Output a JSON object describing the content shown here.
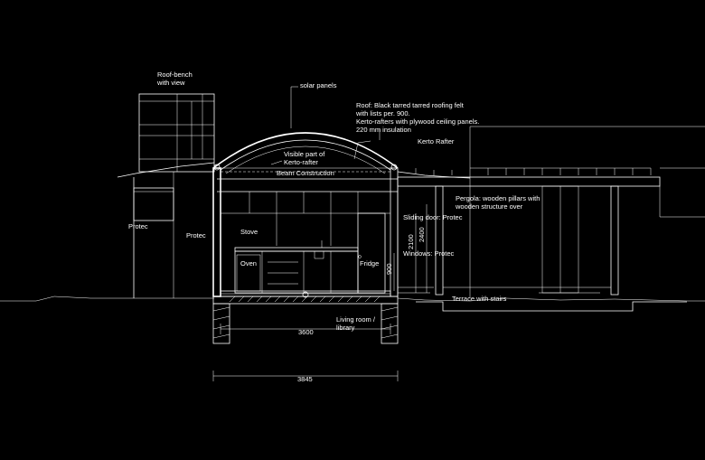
{
  "labels": {
    "roof_bench": [
      "Roof-bench",
      "with view"
    ],
    "solar_panels": "solar panels",
    "roof_note": [
      "Roof: Black tarred tarred roofing felt",
      "with lists per. 900.",
      "Kerto-rafters with plywood ceiling panels.",
      "220 mm insulation"
    ],
    "kerto_rafter": "Kerto Rafter",
    "visible_part": [
      "Visible part of",
      "Kerto-rafter"
    ],
    "beam_construction": "Beam Construction",
    "pergola": [
      "Pergola: wooden pillars with",
      "wooden structure over"
    ],
    "protec_left": "Protec",
    "protec_mid": "Protec",
    "sliding_door": "Sliding door: Protec",
    "windows": "Windows: Protec",
    "stove": "Stove",
    "oven": "Oven",
    "fridge": "Fridge",
    "terrace": "Terrace with stairs",
    "living_room": [
      "Living room /",
      "library"
    ]
  },
  "dimensions": {
    "inner_width": "3600",
    "outer_width": "3845",
    "height_2100": "2100",
    "height_2400": "2400",
    "height_900": "900"
  },
  "colors": {
    "background": "#000000",
    "line": "#ffffff"
  }
}
